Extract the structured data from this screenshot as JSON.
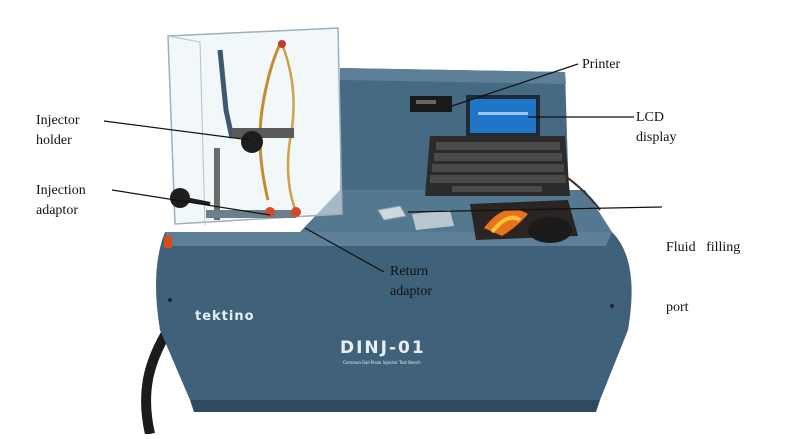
{
  "labels": {
    "printer": "Printer",
    "lcd": [
      "LCD",
      "display"
    ],
    "injector_holder": [
      "Injector",
      "holder"
    ],
    "injection_adaptor": [
      "Injection",
      "adaptor"
    ],
    "fluid_filling_port": [
      "Fluid   filling",
      "port"
    ],
    "return_adaptor": [
      "Return",
      "adaptor"
    ]
  },
  "machine": {
    "brand": "tektino",
    "model": "DINJ-01",
    "subtitle": "Common Rail Piezo Injector Test Bench"
  },
  "colors": {
    "body": "#3f6179",
    "body_dark": "#2d4a5f",
    "body_light": "#5d7f97",
    "screen": "#1f76c9",
    "keyboard": "#2b2b2b",
    "mousepad_flame": "#e8731f"
  }
}
